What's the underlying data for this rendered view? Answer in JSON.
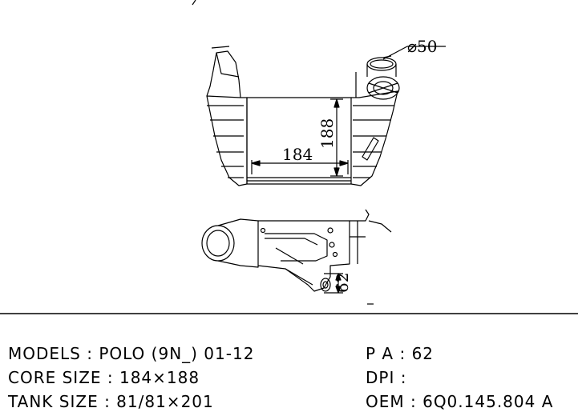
{
  "drawing": {
    "dimensions": {
      "width": "184",
      "height": "188",
      "pipe_diameter": "⌀50",
      "depth": "62"
    }
  },
  "specs": {
    "models": {
      "label": "MODELS",
      "value": "POLO (9N_) 01-12"
    },
    "core_size": {
      "label": "CORE SIZE",
      "value": "184×188"
    },
    "tank_size": {
      "label": "TANK SIZE",
      "value": "81/81×201"
    },
    "pa": {
      "label": "P A",
      "value": "62"
    },
    "dpi": {
      "label": "DPI",
      "value": ""
    },
    "oem": {
      "label": "OEM",
      "value": "6Q0.145.804 A"
    },
    "separator": " : "
  },
  "colors": {
    "line": "#000000",
    "background": "#ffffff"
  }
}
